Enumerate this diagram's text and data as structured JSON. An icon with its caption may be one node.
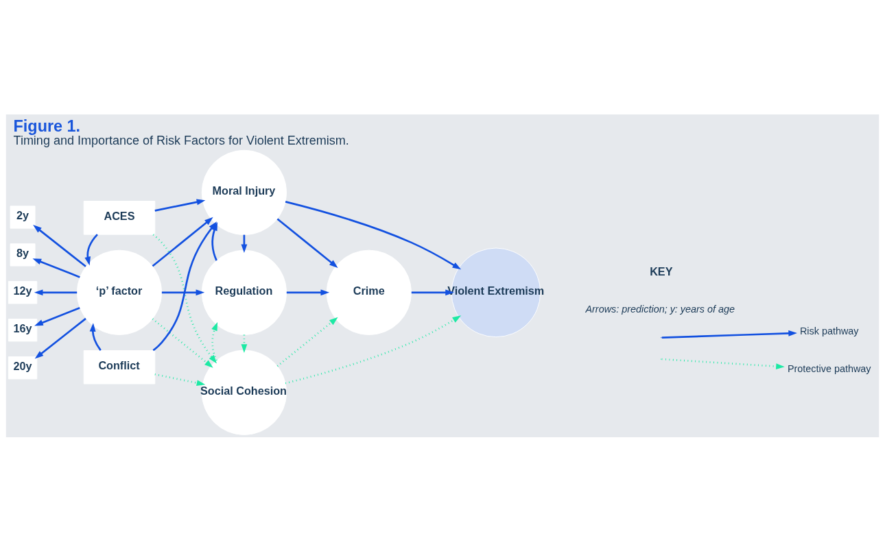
{
  "diagram": {
    "title": "Figure 1.",
    "caption": "Timing and Importance of Risk Factors for Violent Extremism.",
    "nodes": [
      {
        "text": [
          "ACES"
        ]
      },
      {
        "text": [
          "2y"
        ]
      },
      {
        "text": [
          "8y"
        ]
      },
      {
        "text": [
          "12y"
        ]
      },
      {
        "text": [
          "16y"
        ]
      },
      {
        "text": [
          "20y"
        ]
      },
      {
        "text": [
          "‘p’ factor"
        ]
      },
      {
        "text": [
          "Conflict"
        ]
      },
      {
        "text": [
          "Moral Injury"
        ]
      },
      {
        "text": [
          "Regulation"
        ]
      },
      {
        "text": [
          "Crime"
        ]
      },
      {
        "text": [
          "Violent Extremism"
        ]
      },
      {
        "text": [
          "Social Cohesion"
        ]
      }
    ],
    "edges": [
      {
        "from": 0,
        "to": 8,
        "arrow": "to"
      },
      {
        "from": 0,
        "to": 6,
        "arrow": "to"
      },
      {
        "from": 0,
        "to": 12,
        "arrow": "to",
        "style": "dashed",
        "color": "#1de9a4"
      },
      {
        "from": 6,
        "to": 8,
        "arrow": "to"
      },
      {
        "from": 7,
        "to": 8,
        "arrow": "to"
      },
      {
        "from": 6,
        "to": 1,
        "arrow": "to"
      },
      {
        "from": 6,
        "to": 2,
        "arrow": "to"
      },
      {
        "from": 6,
        "to": 3,
        "arrow": "to"
      },
      {
        "from": 6,
        "to": 4,
        "arrow": "to"
      },
      {
        "from": 6,
        "to": 5,
        "arrow": "to"
      },
      {
        "from": 6,
        "to": 9,
        "arrow": "to"
      },
      {
        "from": 6,
        "to": 12,
        "arrow": "to",
        "style": "dashed",
        "color": "#1de9a4"
      },
      {
        "from": 7,
        "to": 6,
        "arrow": "to"
      },
      {
        "from": 7,
        "to": 12,
        "arrow": "to",
        "style": "dashed",
        "color": "#1de9a4"
      },
      {
        "from": 8,
        "to": 11,
        "arrow": "to"
      },
      {
        "from": 8,
        "to": 10,
        "arrow": "to"
      },
      {
        "from": 8,
        "to": 9,
        "arrow": "to"
      },
      {
        "from": 9,
        "to": 8,
        "arrow": "to"
      },
      {
        "from": 9,
        "to": 10,
        "arrow": "to"
      },
      {
        "from": 10,
        "to": 11,
        "arrow": "to"
      },
      {
        "from": 9,
        "to": 12,
        "arrow": "to",
        "style": "dashed",
        "color": "#1de9a4"
      },
      {
        "from": 12,
        "to": 9,
        "arrow": "to",
        "style": "dashed",
        "color": "#1de9a4"
      },
      {
        "from": 12,
        "to": 10,
        "arrow": "to",
        "style": "dashed",
        "color": "#1de9a4"
      },
      {
        "from": 12,
        "to": 11,
        "arrow": "to",
        "style": "dashed",
        "color": "#1de9a4"
      }
    ],
    "labels": [
      "KEY",
      "Arrows: prediction; y: years of age"
    ],
    "legend": [
      {
        "text": "Risk pathway"
      },
      {
        "text": "Protective pathway"
      }
    ]
  }
}
